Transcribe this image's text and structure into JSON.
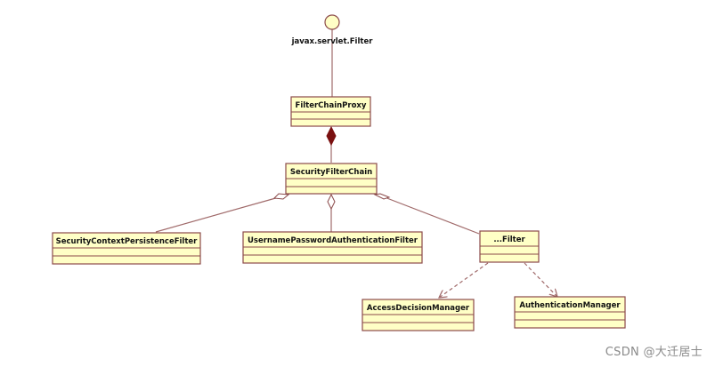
{
  "interface": {
    "label": "javax.servlet.Filter"
  },
  "classes": {
    "filter_chain_proxy": "FilterChainProxy",
    "security_filter_chain": "SecurityFilterChain",
    "security_context_persistence_filter": "SecurityContextPersistenceFilter",
    "username_password_authentication_filter": "UsernamePasswordAuthenticationFilter",
    "ellipsis_filter": "...Filter",
    "access_decision_manager": "AccessDecisionManager",
    "authentication_manager": "AuthenticationManager"
  },
  "colors": {
    "box_fill": "#ffffc6",
    "box_border": "#8b4a4a",
    "line": "#a06a6a",
    "composition_diamond": "#7a1010",
    "interface_circle": "#ffffc6"
  },
  "watermark": {
    "text": "CSDN @大迁居士"
  }
}
